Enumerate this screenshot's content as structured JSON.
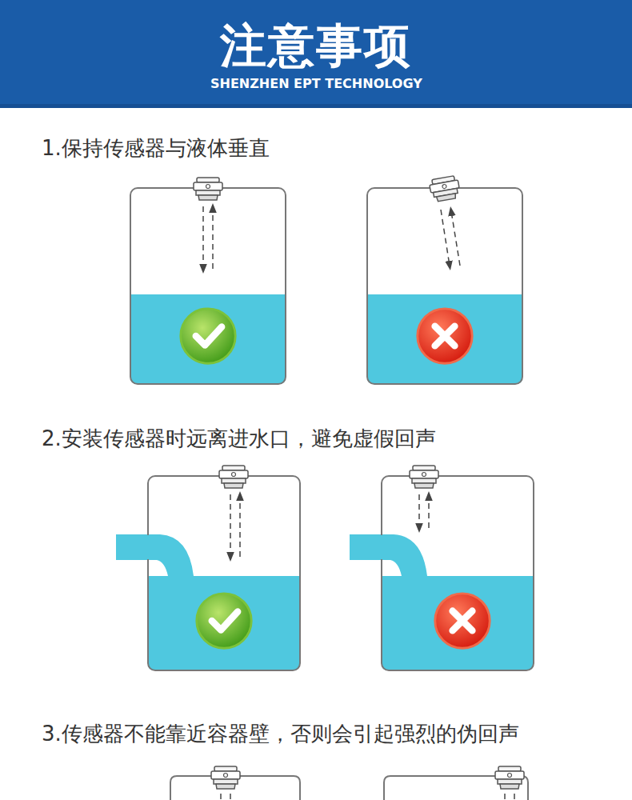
{
  "diagram": {
    "title": "注意事项",
    "labels": [
      "SHENZHEN EPT TECHNOLOGY",
      "1.保持传感器与液体垂直",
      "2.安装传感器时远离进水口，避免虚假回声",
      "3.传感器不能靠近容器壁，否则会引起强烈的伪回声"
    ]
  }
}
